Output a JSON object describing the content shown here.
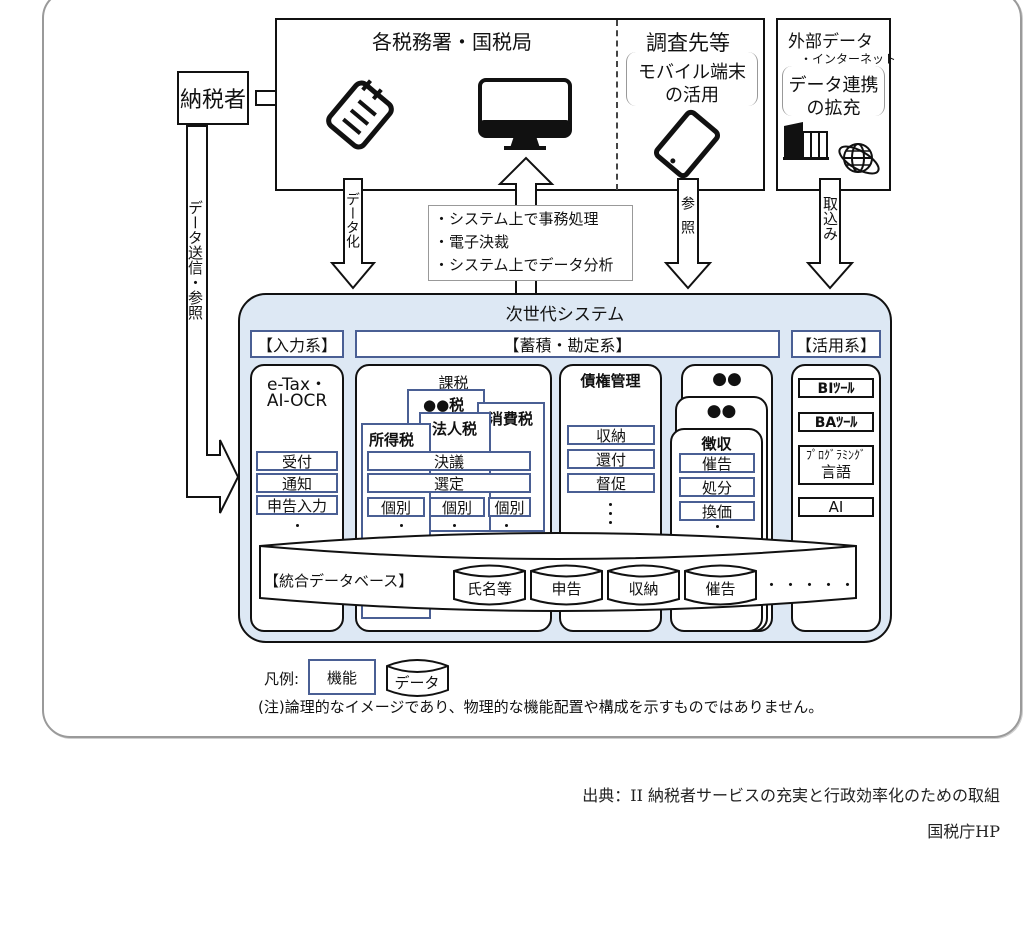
{
  "taxpayer": {
    "label": "納税者",
    "send_ref_arrow": "データ送信・参照"
  },
  "tax_offices": {
    "title": "各税務署・国税局"
  },
  "investigation": {
    "title": "調査先等",
    "note_line1": "モバイル端末",
    "note_line2": "の活用"
  },
  "external": {
    "title": "外部データ",
    "subtitle": "・インターネット",
    "note_line1": "データ連携",
    "note_line2": "の拡充"
  },
  "arrows": {
    "digitize": "データ化",
    "reference": "参照",
    "import": "取込み"
  },
  "system_uses": [
    "・システム上で事務処理",
    "・電子決裁",
    "・システム上でデータ分析"
  ],
  "next_gen": {
    "title": "次世代システム",
    "input": {
      "header": "【入力系】",
      "panel_line1": "e-Tax・",
      "panel_line2": "AI-OCR",
      "functions": [
        "受付",
        "通知",
        "申告入力"
      ]
    },
    "storage": {
      "header": "【蓄積・勘定系】",
      "taxation": {
        "title": "課税",
        "taxes": [
          "●●税",
          "消費税",
          "法人税",
          "所得税"
        ],
        "functions": [
          "決議",
          "選定"
        ],
        "individual": [
          "個別",
          "個別",
          "個別"
        ]
      },
      "claims": {
        "title": "債権管理",
        "functions": [
          "収納",
          "還付",
          "督促"
        ]
      },
      "collection": {
        "stack_titles": [
          "●●",
          "●●"
        ],
        "title": "徴収",
        "functions": [
          "催告",
          "処分",
          "換価"
        ]
      }
    },
    "utilization": {
      "header": "【活用系】",
      "tools": [
        "BIﾂｰﾙ",
        "BAﾂｰﾙ",
        "ﾌﾟﾛｸﾞﾗﾐﾝｸﾞ",
        "言語",
        "AI"
      ]
    },
    "database": {
      "label": "【統合データベース】",
      "tables": [
        "氏名等",
        "申告",
        "収納",
        "催告"
      ],
      "more": "・・・・・"
    }
  },
  "legend": {
    "prefix": "凡例:",
    "function_label": "機能",
    "data_label": "データ"
  },
  "note": "(注)論理的なイメージであり、物理的な機能配置や構成を示すものではありません。",
  "source": {
    "line1": "出典：II 納税者サービスの充実と行政効率化のための取組",
    "line2": "国税庁HP"
  }
}
